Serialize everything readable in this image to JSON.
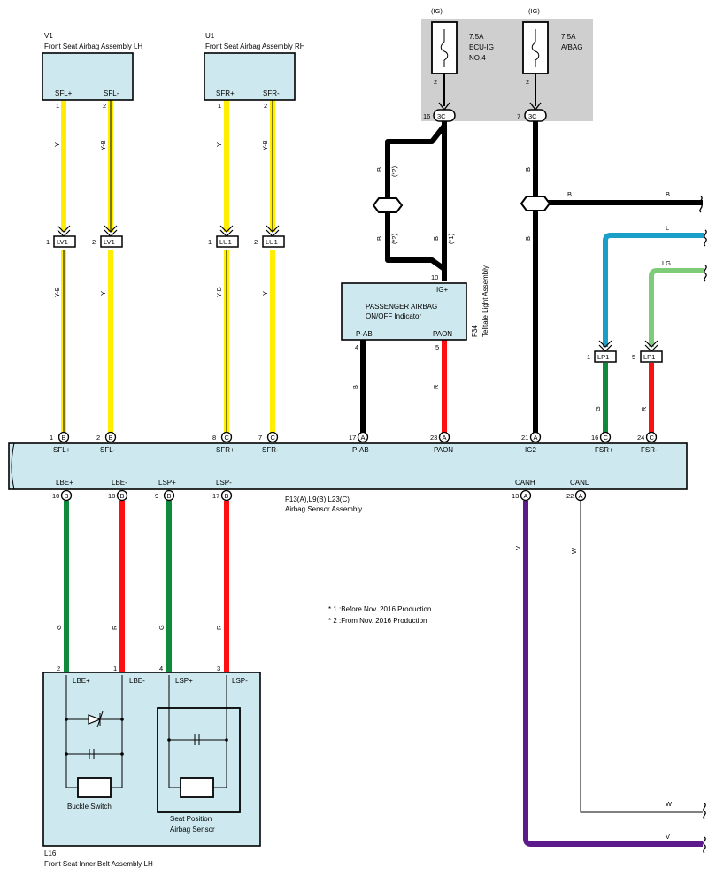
{
  "components": {
    "v1": {
      "code": "V1",
      "name": "Front Seat Airbag Assembly LH",
      "pins": [
        "SFL+",
        "SFL-"
      ],
      "pin_nums": [
        "1",
        "2"
      ]
    },
    "u1": {
      "code": "U1",
      "name": "Front Seat Airbag Assembly RH",
      "pins": [
        "SFR+",
        "SFR-"
      ],
      "pin_nums": [
        "1",
        "2"
      ]
    },
    "f34": {
      "code": "F34",
      "name": "Telltale Light Assembly",
      "line1": "PASSENGER AIRBAG",
      "line2": "ON/OFF Indicator",
      "pins": [
        "IG+",
        "P-AB",
        "PAON"
      ],
      "pin_nums": [
        "10",
        "4",
        "5"
      ]
    },
    "sensor": {
      "code": "F13(A),L9(B),L23(C)",
      "name": "Airbag Sensor Assembly",
      "top_pins": [
        {
          "num": "1",
          "conn": "B",
          "label": "SFL+"
        },
        {
          "num": "2",
          "conn": "B",
          "label": "SFL-"
        },
        {
          "num": "8",
          "conn": "C",
          "label": "SFR+"
        },
        {
          "num": "7",
          "conn": "C",
          "label": "SFR-"
        },
        {
          "num": "17",
          "conn": "A",
          "label": "P-AB"
        },
        {
          "num": "23",
          "conn": "A",
          "label": "PAON"
        },
        {
          "num": "21",
          "conn": "A",
          "label": "IG2"
        },
        {
          "num": "16",
          "conn": "C",
          "label": "FSR+"
        },
        {
          "num": "24",
          "conn": "C",
          "label": "FSR-"
        }
      ],
      "bottom_pins": [
        {
          "num": "10",
          "conn": "B",
          "label": "LBE+"
        },
        {
          "num": "18",
          "conn": "B",
          "label": "LBE-"
        },
        {
          "num": "9",
          "conn": "B",
          "label": "LSP+"
        },
        {
          "num": "17",
          "conn": "B",
          "label": "LSP-"
        },
        {
          "num": "13",
          "conn": "A",
          "label": "CANH"
        },
        {
          "num": "22",
          "conn": "A",
          "label": "CANL"
        }
      ]
    },
    "l16": {
      "code": "L16",
      "name": "Front Seat Inner Belt Assembly LH",
      "pins": [
        "LBE+",
        "LBE-",
        "LSP+",
        "LSP-"
      ],
      "pin_nums": [
        "2",
        "1",
        "4",
        "3"
      ],
      "buckle_label": "Buckle Switch",
      "seat_label_1": "Seat Position",
      "seat_label_2": "Airbag Sensor"
    }
  },
  "fuses": [
    {
      "tag": "(IG)",
      "amp": "7.5A",
      "name1": "ECU-IG",
      "name2": "NO.4",
      "pin": "2",
      "junction_pin": "16",
      "junction": "3C"
    },
    {
      "tag": "(IG)",
      "amp": "7.5A",
      "name1": "A/BAG",
      "name2": "",
      "pin": "2",
      "junction_pin": "7",
      "junction": "3C"
    }
  ],
  "inline_connectors": {
    "lv1": {
      "name": "LV1",
      "pins": [
        "1",
        "2"
      ]
    },
    "lu1": {
      "name": "LU1",
      "pins": [
        "1",
        "2"
      ]
    },
    "lp1": {
      "name": "LP1",
      "pins": [
        "1",
        "5"
      ]
    }
  },
  "wire_colors": {
    "upper": {
      "sfl_plus": "Y",
      "sfl_minus": "Y-B",
      "sfr_plus": "Y",
      "sfr_minus": "Y-B"
    },
    "lower": {
      "sfl_plus": "Y-B",
      "sfl_minus": "Y",
      "sfr_plus": "Y-B",
      "sfr_minus": "Y"
    },
    "ig_b1": "B",
    "ig_b2": "B",
    "ig_b3": "B",
    "ig_note1": "(*2)",
    "ig_note2": "(*2)",
    "ig_note3": "(*1)",
    "pab": "B",
    "paon": "R",
    "abag_b1": "B",
    "abag_b2": "B",
    "out_b": "B",
    "out_b_right": "B",
    "out_l": "L",
    "out_lg": "LG",
    "fsr_plus": "G",
    "fsr_minus": "R",
    "lbe_plus": "G",
    "lbe_minus": "R",
    "lsp_plus": "G",
    "lsp_minus": "R",
    "canh": "V",
    "canl": "W",
    "canl_right": "W",
    "canh_right": "V"
  },
  "notes": [
    "* 1 :Before Nov. 2016 Production",
    "* 2 :From Nov. 2016 Production"
  ],
  "colors": {
    "yellow": "#ffee00",
    "black": "#000000",
    "red": "#ff1010",
    "green": "#0f8a3c",
    "blue": "#1aa0c8",
    "light_green": "#7ecb7a",
    "purple": "#5c1a8a",
    "component_fill": "#cde8ee",
    "fuse_block": "#cfcfcf"
  }
}
